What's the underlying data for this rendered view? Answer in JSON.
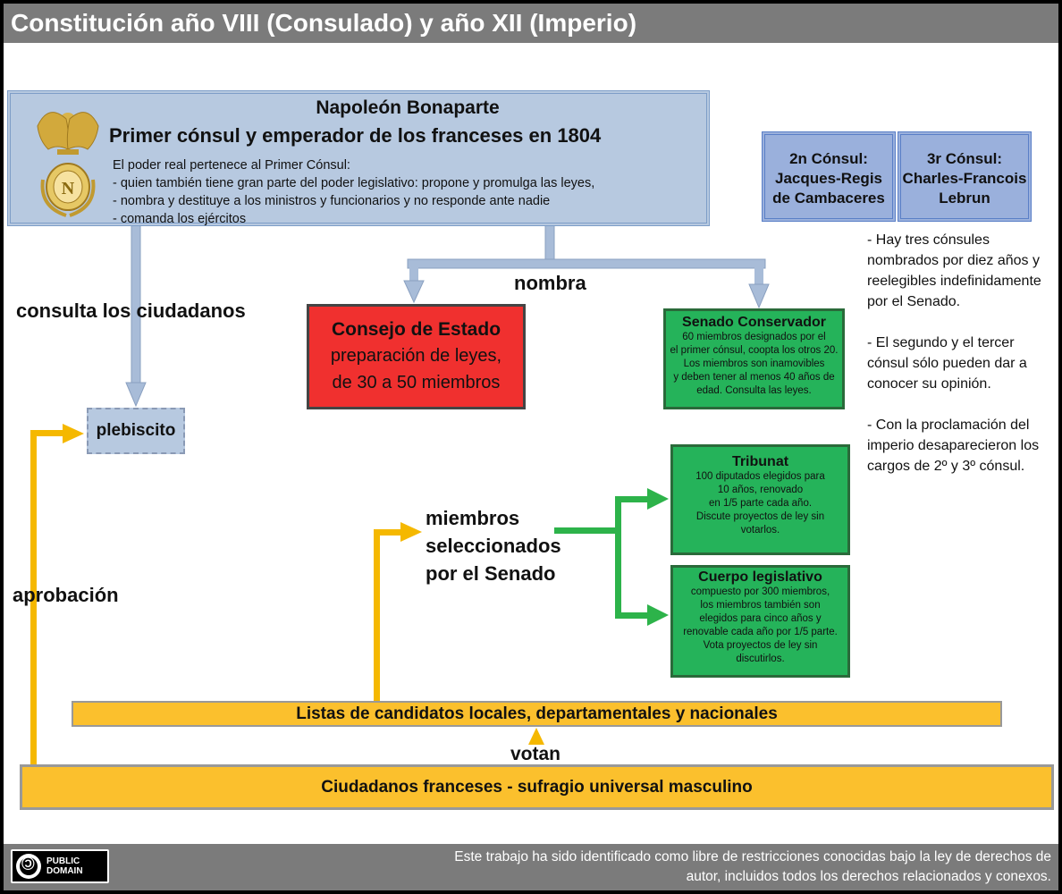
{
  "title": "Constitución año VIII (Consulado) y año XII (Imperio)",
  "napoleon": {
    "name": "Napoleón Bonaparte",
    "role": "Primer cónsul y emperador de los franceses en 1804",
    "lines": [
      "El poder real pertenece al Primer Cónsul:",
      "- quien también tiene gran parte del poder legislativo: propone y promulga las leyes,",
      "- nombra y destituye a los ministros y funcionarios y no responde ante nadie",
      "- comanda los ejércitos"
    ],
    "emblem_letter": "N"
  },
  "consuls": [
    {
      "line1": "2n Cónsul:",
      "line2": "Jacques-Regis",
      "line3": "de Cambaceres"
    },
    {
      "line1": "3r Cónsul:",
      "line2": "Charles-Francois",
      "line3": "Lebrun"
    }
  ],
  "notes": [
    "- Hay tres cónsules nombrados por diez años y reelegibles indefinidamente por el Senado.",
    "- El segundo y el tercer cónsul sólo pueden dar a conocer su opinión.",
    "- Con la proclamación del imperio desaparecieron los cargos de 2º y 3º cónsul."
  ],
  "labels": {
    "nombra": "nombra",
    "consulta": "consulta los ciudadanos",
    "aprobacion": "aprobación",
    "miembros": [
      "miembros",
      "seleccionados",
      "por el Senado"
    ],
    "votan": "votan"
  },
  "consejo": {
    "title": "Consejo de Estado",
    "lines": [
      "preparación de leyes,",
      "de 30 a 50 miembros"
    ]
  },
  "senado": {
    "title": "Senado Conservador",
    "lines": [
      "60 miembros designados por el",
      "el primer cónsul, coopta los otros 20.",
      "Los miembros son inamovibles",
      "y deben tener al menos 40 años de",
      "edad. Consulta las leyes."
    ]
  },
  "tribunat": {
    "title": "Tribunat",
    "lines": [
      "100 diputados elegidos para",
      "10 años, renovado",
      "en 1/5 parte cada año.",
      "Discute proyectos de ley sin",
      "votarlos."
    ]
  },
  "cuerpo": {
    "title": "Cuerpo legislativo",
    "lines": [
      "compuesto por 300 miembros,",
      "los miembros también son",
      "elegidos para cinco años y",
      "renovable cada año por 1/5 parte.",
      "Vota proyectos de ley sin",
      "discutirlos."
    ]
  },
  "plebiscito": "plebiscito",
  "listas": "Listas de candidatos locales, departamentales y nacionales",
  "ciudadanos": "Ciudadanos franceses - sufragio universal masculino",
  "footer": {
    "badge_line1": "PUBLIC",
    "badge_line2": "DOMAIN",
    "text": "Este trabajo ha sido identificado como libre de restricciones conocidas bajo la ley de derechos de autor, incluidos todos los derechos relacionados y conexos."
  },
  "colors": {
    "title_bar": "#7b7b7b",
    "napoleon_box": "#b7c9e0",
    "consul_box": "#9ab0dc",
    "consejo_box": "#f0302f",
    "green_box": "#25b35a",
    "yellow": "#fbc02d",
    "blue_arrow": "#a8bcd8",
    "green_arrow": "#2db34a",
    "yellow_arrow": "#f5b800"
  }
}
